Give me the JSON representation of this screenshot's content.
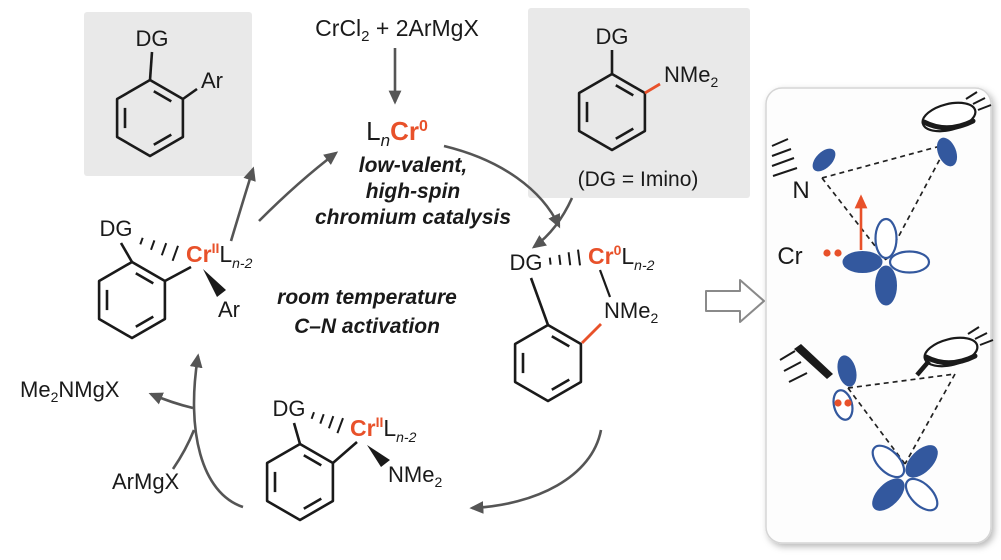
{
  "colors": {
    "accent_orange": "#e8512a",
    "accent_blue": "#2f5fa8",
    "orbital_blue": "#33589e",
    "box_gray": "#e9e9e9",
    "arrow_gray": "#555555"
  },
  "product_box": {
    "dg": "DG",
    "ar": "Ar"
  },
  "reagents": {
    "part1": "CrCl",
    "sub1": "2",
    "part2": " + 2ArMgX"
  },
  "catalyst": {
    "l": "L",
    "n_sub": "n",
    "cr": "Cr",
    "ox_sup": "0"
  },
  "substrate_box": {
    "dg": "DG",
    "amine": "NMe",
    "amine_sub": "2",
    "note": "(DG = Imino)"
  },
  "center_text": {
    "orange_line1": "low-valent,",
    "orange_line2": "high-spin",
    "orange_line3": "chromium catalysis",
    "blue_line1": "room temperature",
    "blue_line2": "C–N activation"
  },
  "left_intermediate": {
    "dg": "DG",
    "cr": "Cr",
    "ox_sup": "II",
    "l": "L",
    "l_sub": "n-2",
    "ar": "Ar"
  },
  "right_intermediate": {
    "dg": "DG",
    "cr": "Cr",
    "ox_sup": "0",
    "l": "L",
    "l_sub": "n-2",
    "amine": "NMe",
    "amine_sub": "2"
  },
  "bottom_intermediate": {
    "dg": "DG",
    "cr": "Cr",
    "ox_sup": "II",
    "l": "L",
    "l_sub": "n-2",
    "amine": "NMe",
    "amine_sub": "2"
  },
  "side_reagents": {
    "byproduct_part1": "Me",
    "byproduct_sub": "2",
    "byproduct_part2": "NMgX",
    "nucleophile": "ArMgX"
  },
  "orbital_panel": {
    "n_label": "N",
    "cr_label": "Cr"
  }
}
